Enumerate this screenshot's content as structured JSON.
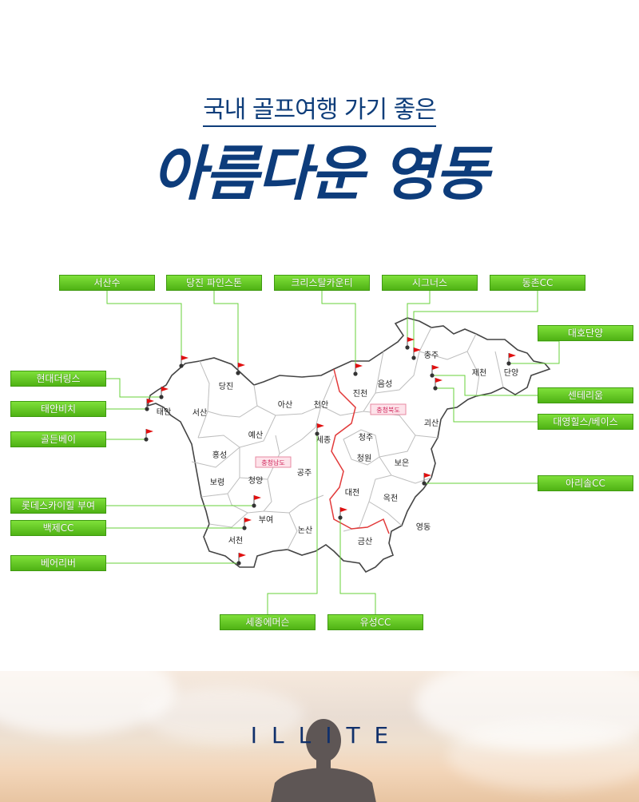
{
  "header": {
    "subtitle": "국내 골프여행 가기 좋은",
    "title": "아름다운 영동"
  },
  "colors": {
    "title": "#0d3c7b",
    "tag_green": "#5cc21f",
    "leader_line": "#67d23a",
    "province_border": "#e23a3a",
    "flag": "#e01010"
  },
  "map": {
    "province_labels": [
      "충청북도",
      "충청남도"
    ],
    "regions": [
      "당진",
      "서산",
      "태안",
      "아산",
      "천안",
      "진천",
      "음성",
      "충주",
      "제천",
      "단양",
      "예산",
      "홍성",
      "세종",
      "청주",
      "괴산",
      "청원",
      "보은",
      "보령",
      "청양",
      "공주",
      "대전",
      "옥천",
      "부여",
      "논산",
      "서천",
      "금산",
      "영동"
    ],
    "courses": [
      "서산수",
      "당진 파인스톤",
      "크리스탈카운티",
      "시그너스",
      "동촌CC",
      "대호단양",
      "현대더링스",
      "태안비치",
      "골든베이",
      "센테리움",
      "대영힐스/베이스",
      "아리솔CC",
      "롯데스카이힐 부여",
      "백제CC",
      "베어리버",
      "세종에머슨",
      "유성CC"
    ]
  },
  "footer": {
    "brand": "ILLITE"
  }
}
